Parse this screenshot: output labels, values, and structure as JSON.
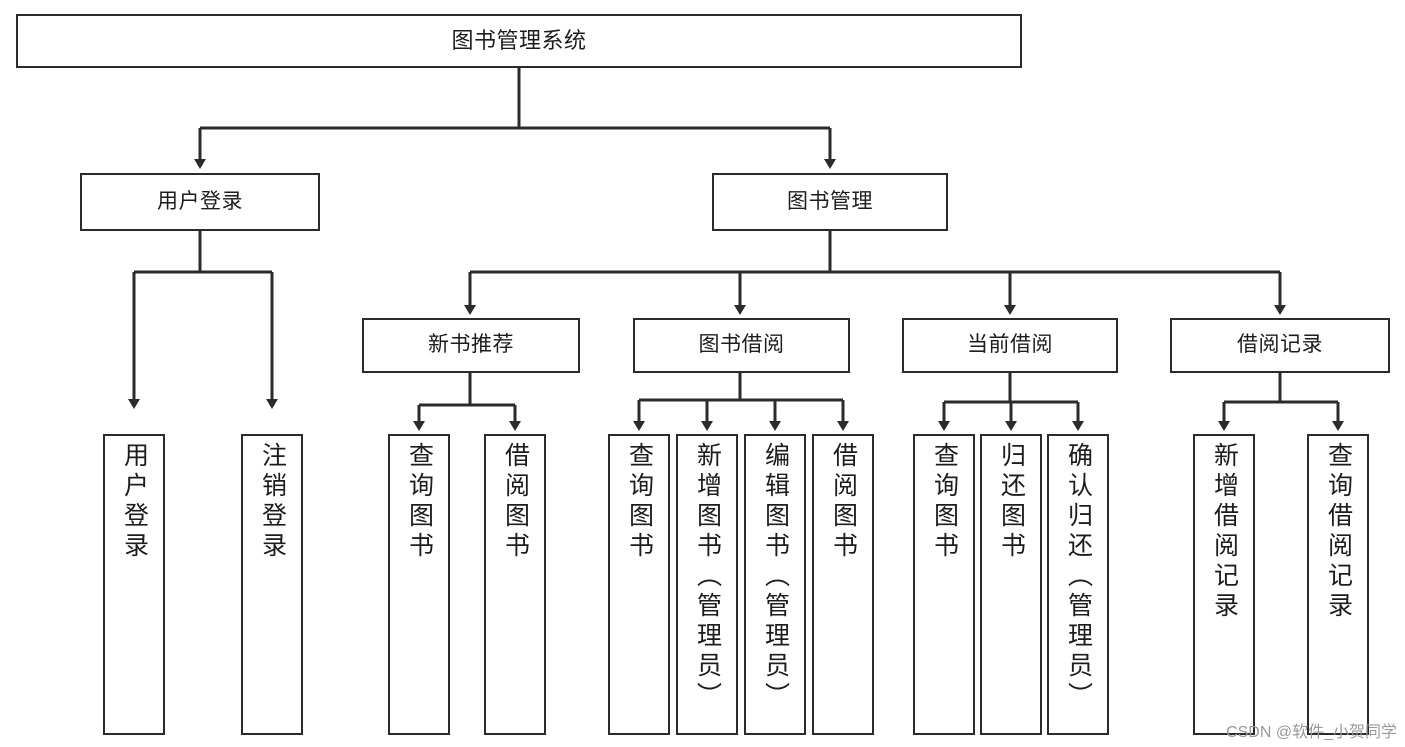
{
  "diagram": {
    "type": "tree-hierarchy",
    "title": "图书管理系统",
    "orientation": "top-down",
    "colors": {
      "box_border": "#2b2b2b",
      "box_fill": "#ffffff",
      "edge": "#2b2b2b",
      "text": "#1d1d1d",
      "watermark": "#9a9a9a",
      "background": "#ffffff"
    },
    "levels": {
      "root": "图书管理系统",
      "level2": [
        "用户登录",
        "图书管理"
      ],
      "level3": [
        "新书推荐",
        "图书借阅",
        "当前借阅",
        "借阅记录"
      ]
    },
    "nodes": {
      "root": {
        "label": "图书管理系统"
      },
      "user_login": {
        "label": "用户登录"
      },
      "book_manage": {
        "label": "图书管理"
      },
      "new_book_rec": {
        "label": "新书推荐"
      },
      "book_borrow": {
        "label": "图书借阅"
      },
      "current_borrow": {
        "label": "当前借阅"
      },
      "borrow_record": {
        "label": "借阅记录"
      },
      "leaf_user_login": {
        "label": "用户登录"
      },
      "leaf_logout": {
        "label": "注销登录"
      },
      "leaf_query_book_1": {
        "label": "查询图书"
      },
      "leaf_borrow_book_1": {
        "label": "借阅图书"
      },
      "leaf_query_book_2": {
        "label": "查询图书"
      },
      "leaf_add_book": {
        "label": "新增图书（管理员）"
      },
      "leaf_edit_book": {
        "label": "编辑图书（管理员）"
      },
      "leaf_borrow_book_2": {
        "label": "借阅图书"
      },
      "leaf_query_book_3": {
        "label": "查询图书"
      },
      "leaf_return_book": {
        "label": "归还图书"
      },
      "leaf_confirm_return": {
        "label": "确认归还（管理员）"
      },
      "leaf_add_record": {
        "label": "新增借阅记录"
      },
      "leaf_query_record": {
        "label": "查询借阅记录"
      }
    },
    "edges": [
      {
        "from": "root",
        "to": "user_login"
      },
      {
        "from": "root",
        "to": "book_manage"
      },
      {
        "from": "user_login",
        "to": "leaf_user_login"
      },
      {
        "from": "user_login",
        "to": "leaf_logout"
      },
      {
        "from": "book_manage",
        "to": "new_book_rec"
      },
      {
        "from": "book_manage",
        "to": "book_borrow"
      },
      {
        "from": "book_manage",
        "to": "current_borrow"
      },
      {
        "from": "book_manage",
        "to": "borrow_record"
      },
      {
        "from": "new_book_rec",
        "to": "leaf_query_book_1"
      },
      {
        "from": "new_book_rec",
        "to": "leaf_borrow_book_1"
      },
      {
        "from": "book_borrow",
        "to": "leaf_query_book_2"
      },
      {
        "from": "book_borrow",
        "to": "leaf_add_book"
      },
      {
        "from": "book_borrow",
        "to": "leaf_edit_book"
      },
      {
        "from": "book_borrow",
        "to": "leaf_borrow_book_2"
      },
      {
        "from": "current_borrow",
        "to": "leaf_query_book_3"
      },
      {
        "from": "current_borrow",
        "to": "leaf_return_book"
      },
      {
        "from": "current_borrow",
        "to": "leaf_confirm_return"
      },
      {
        "from": "borrow_record",
        "to": "leaf_add_record"
      },
      {
        "from": "borrow_record",
        "to": "leaf_query_record"
      }
    ]
  },
  "watermark": {
    "text": "CSDN @软件_小贺同学"
  }
}
